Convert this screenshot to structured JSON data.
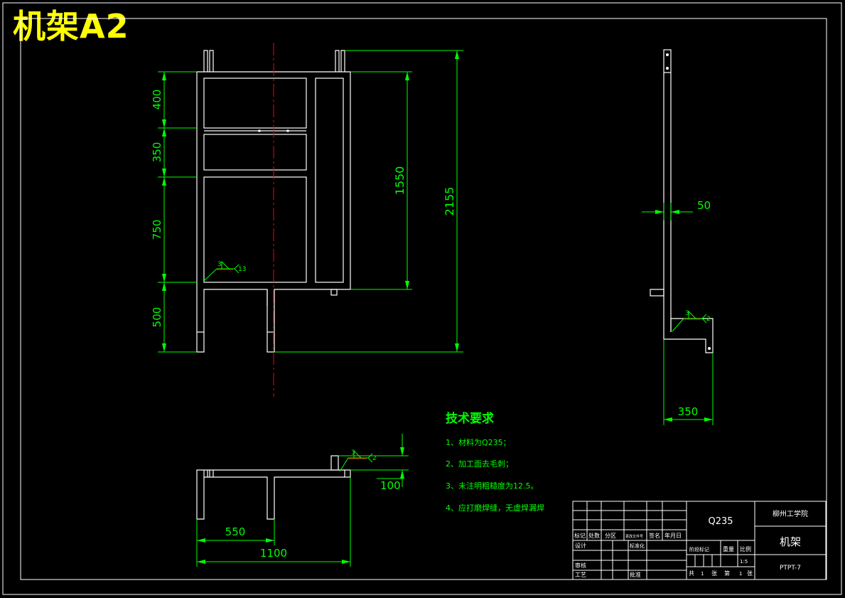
{
  "sheet": {
    "title": "机架A2"
  },
  "colors": {
    "background": "#000000",
    "outline": "#ffffff",
    "dimension": "#00ff00",
    "centerline": "#ff0000",
    "title": "#ffff00"
  },
  "front_view": {
    "dims_left": [
      "400",
      "350",
      "750",
      "500"
    ],
    "dim_inner_height": "1550",
    "dim_total_height": "2155",
    "weld_symbol": {
      "size": "3",
      "count": "13"
    }
  },
  "side_view": {
    "dim_thickness": "50",
    "dim_depth": "350",
    "weld_symbol": {
      "size": "3",
      "count": "2"
    }
  },
  "top_view": {
    "dim_leg_spacing": "550",
    "dim_total_width": "1100",
    "dim_height": "100",
    "weld_symbol": {
      "size": "3",
      "count": "2"
    }
  },
  "tech_requirements": {
    "heading": "技术要求",
    "items": [
      "1、材料为Q235；",
      "2、加工面去毛刺；",
      "3、未注明粗糙度为12.5。",
      "4、应打磨焊缝，无虚焊漏焊"
    ]
  },
  "title_block": {
    "material": "Q235",
    "school": "柳州工学院",
    "part_name": "机架",
    "drawing_no": "PTPT-7",
    "scale": "1:5",
    "rev_headers": [
      "标记",
      "处数",
      "分区",
      "更改文件号",
      "签名",
      "年月日"
    ],
    "role_labels": [
      "设计",
      "标准化",
      "审核",
      "工艺",
      "批准"
    ],
    "stage_headers": [
      "阶段标记",
      "重量",
      "比例"
    ],
    "sheet_info": [
      "共",
      "1",
      "张",
      "第",
      "1",
      "张"
    ]
  }
}
